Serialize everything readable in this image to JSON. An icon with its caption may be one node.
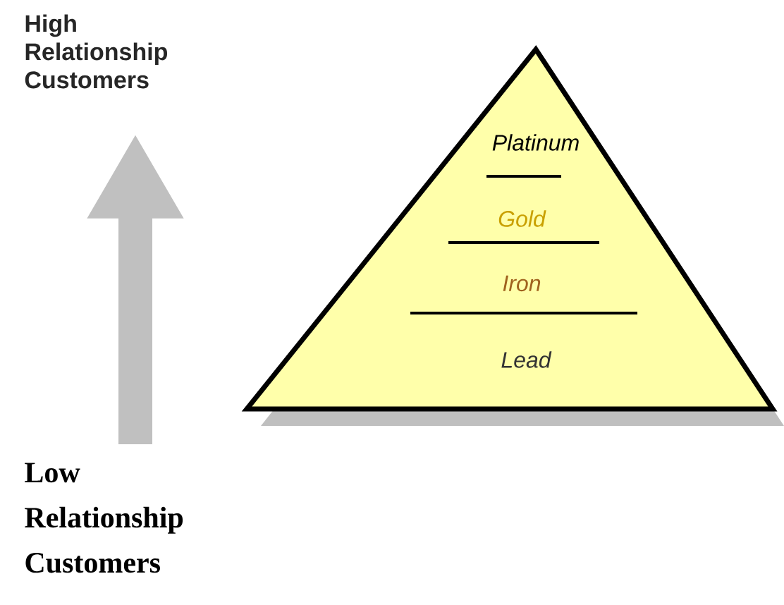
{
  "diagram": {
    "nodes": [
      {
        "text": [
          "High Relationship Customers"
        ]
      },
      {
        "text": [
          "Low Relationship Customers"
        ]
      },
      {
        "text": [
          "Platinum",
          "Gold",
          "Iron",
          "Lead"
        ]
      }
    ],
    "edges": [
      {
        "from": 1,
        "to": 0,
        "arrow": "to"
      }
    ]
  }
}
